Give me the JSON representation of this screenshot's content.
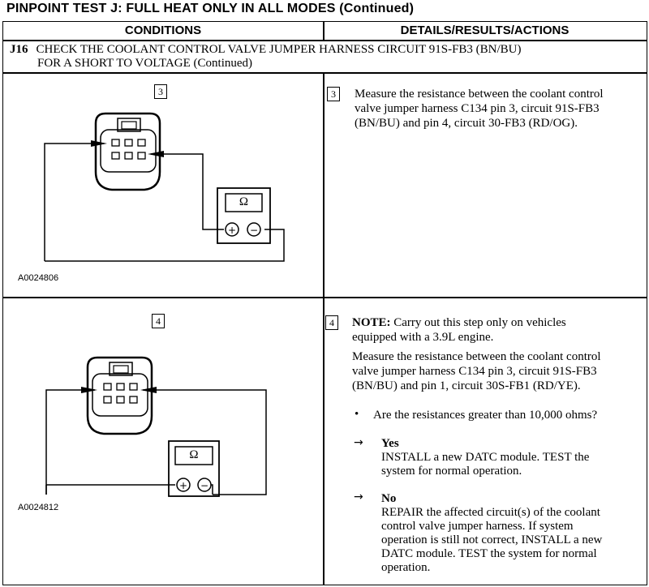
{
  "title": "PINPOINT TEST J: FULL HEAT ONLY IN ALL MODES (Continued)",
  "headers": {
    "conditions": "CONDITIONS",
    "details": "DETAILS/RESULTS/ACTIONS"
  },
  "step": {
    "id": "J16",
    "line1": "CHECK THE COOLANT CONTROL VALVE JUMPER HARNESS CIRCUIT 91S-FB3 (BN/BU)",
    "line2": "FOR A SHORT TO VOLTAGE (Continued)"
  },
  "substep3": {
    "num": "3",
    "figure_id": "A0024806",
    "meter_symbol": "Ω",
    "lines": [
      "Measure the resistance between the coolant control",
      "valve jumper harness C134 pin 3, circuit 91S-FB3",
      "(BN/BU) and pin 4, circuit 30-FB3 (RD/OG)."
    ]
  },
  "substep4": {
    "num": "4",
    "figure_id": "A0024812",
    "meter_symbol": "Ω",
    "note_label": "NOTE:",
    "note_line1": "Carry out this step only on vehicles",
    "note_line2": "equipped with a 3.9L engine.",
    "lines": [
      "Measure the resistance between the coolant control",
      "valve jumper harness C134 pin 3, circuit 91S-FB3",
      "(BN/BU) and pin 1, circuit 30S-FB1 (RD/YE)."
    ],
    "question": "Are the resistances greater than 10,000 ohms?",
    "yes_label": "Yes",
    "yes_lines": [
      "INSTALL a new DATC module. TEST the",
      "system for normal operation."
    ],
    "no_label": "No",
    "no_lines": [
      "REPAIR the affected circuit(s) of the coolant",
      "control valve jumper harness. If system",
      "operation is still not correct, INSTALL a new",
      "DATC module. TEST the system for normal",
      "operation."
    ]
  },
  "symbols": {
    "plus": "+",
    "minus": "−",
    "bullet": "•",
    "arrow": "→"
  }
}
